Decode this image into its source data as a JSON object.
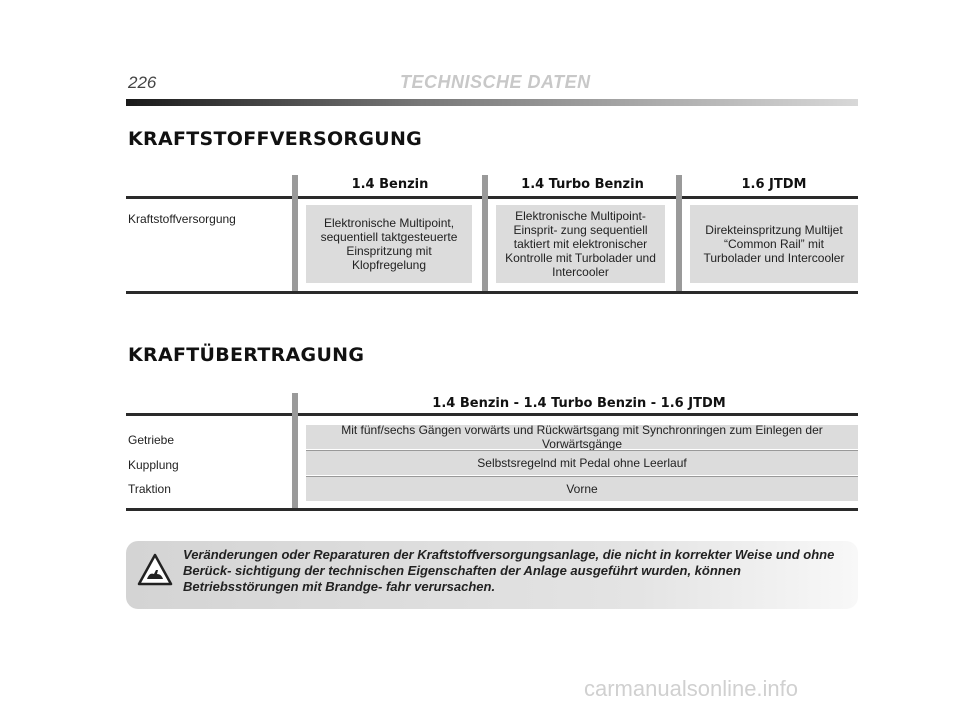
{
  "header": {
    "page_number": "226",
    "title": "TECHNISCHE DATEN"
  },
  "fuel_section": {
    "title": "KRAFTSTOFFVERSORGUNG",
    "columns": [
      "1.4 Benzin",
      "1.4 Turbo Benzin",
      "1.6 JTDM"
    ],
    "row_label": "Kraftstoffversorgung",
    "cells": [
      "Elektronische Multipoint, sequentiell taktgesteuerte Einspritzung mit Klopfregelung",
      "Elektronische Multipoint-Einsprit- zung sequentiell taktiert mit elektronischer Kontrolle mit Turbolader und Intercooler",
      "Direkteinspritzung Multijet “Common Rail” mit Turbolader und Intercooler"
    ]
  },
  "transmission_section": {
    "title": "KRAFTÜBERTRAGUNG",
    "column_header": "1.4 Benzin - 1.4 Turbo Benzin - 1.6 JTDM",
    "rows": [
      {
        "label": "Getriebe",
        "value": "Mit fünf/sechs Gängen vorwärts und Rückwärtsgang mit Synchronringen zum Einlegen der Vorwärtsgänge"
      },
      {
        "label": "Kupplung",
        "value": "Selbstsregelnd mit Pedal ohne Leerlauf"
      },
      {
        "label": "Traktion",
        "value": "Vorne"
      }
    ]
  },
  "warning": {
    "icon": "warning-triangle-icon",
    "text": "Veränderungen oder Reparaturen der Kraftstoffversorgungsanlage, die nicht in korrekter Weise und ohne Berück- sichtigung der technischen Eigenschaften der Anlage ausgeführt wurden, können Betriebsstörungen mit Brandge- fahr verursachen."
  },
  "watermark": "carmanualsonline.info"
}
